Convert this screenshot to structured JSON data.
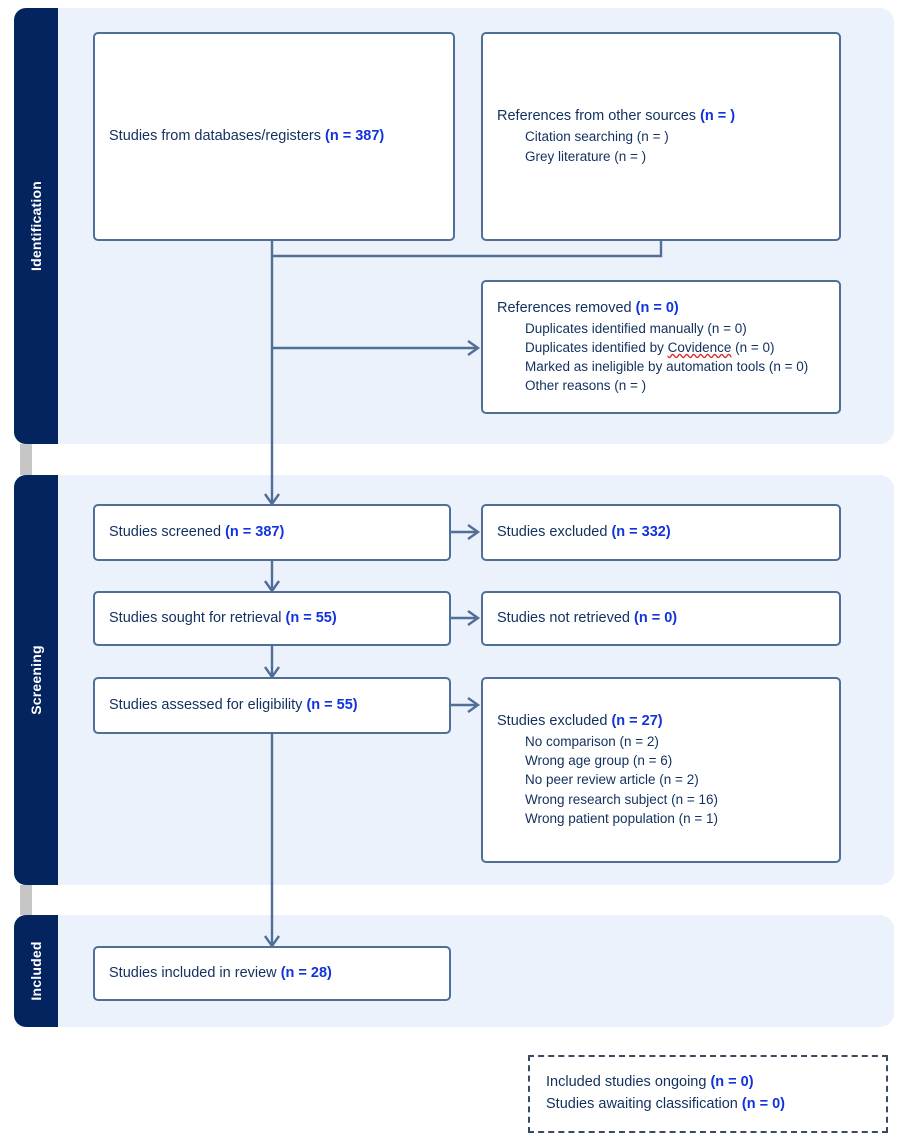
{
  "diagram": {
    "type": "prisma-flow-diagram",
    "stages": [
      {
        "id": "identification",
        "label": "Identification"
      },
      {
        "id": "screening",
        "label": "Screening"
      },
      {
        "id": "included",
        "label": "Included"
      }
    ]
  },
  "colors": {
    "stage_band": "#042460",
    "panel_background": "#ebf2fc",
    "box_border": "#4f6f96",
    "text": "#12305e",
    "count_accent": "#1133dd",
    "connector_nub": "#c6c6c6",
    "spellcheck_underline": "#d92b2b"
  },
  "boxes": {
    "databases": {
      "title": "Studies from databases/registers",
      "count": "(n = 387)"
    },
    "other_sources": {
      "title": "References from other sources",
      "count": "(n = )",
      "items": [
        "Citation searching (n = )",
        "Grey literature (n = )"
      ]
    },
    "references_removed": {
      "title": "References removed",
      "count": "(n = 0)",
      "items": [
        "Duplicates identified manually (n = 0)",
        "Duplicates identified by Covidence (n = 0)",
        "Marked as ineligible by automation tools (n = 0)",
        "Other reasons (n = )"
      ],
      "item_misspelled": "Covidence",
      "item_duplicates_covidence_prefix": "Duplicates identified by ",
      "item_duplicates_covidence_suffix": " (n = 0)"
    },
    "screened": {
      "title": "Studies screened",
      "count": "(n = 387)"
    },
    "excluded_screening": {
      "title": "Studies excluded",
      "count": "(n = 332)"
    },
    "sought_for_retrieval": {
      "title": "Studies sought for retrieval",
      "count": "(n = 55)"
    },
    "not_retrieved": {
      "title": "Studies not retrieved",
      "count": "(n = 0)"
    },
    "assessed_for_eligibility": {
      "title": "Studies assessed for eligibility",
      "count": "(n = 55)"
    },
    "excluded_eligibility": {
      "title": "Studies excluded",
      "count": "(n = 27)",
      "items": [
        "No comparison (n = 2)",
        "Wrong age group (n = 6)",
        "No peer review article (n = 2)",
        "Wrong research subject (n = 16)",
        "Wrong patient population (n = 1)"
      ]
    },
    "included_in_review": {
      "title": "Studies included in review",
      "count": "(n = 28)"
    },
    "ongoing": {
      "line1_title": "Included studies ongoing",
      "line1_count": "(n = 0)",
      "line2_title": "Studies awaiting classification",
      "line2_count": "(n = 0)"
    }
  }
}
